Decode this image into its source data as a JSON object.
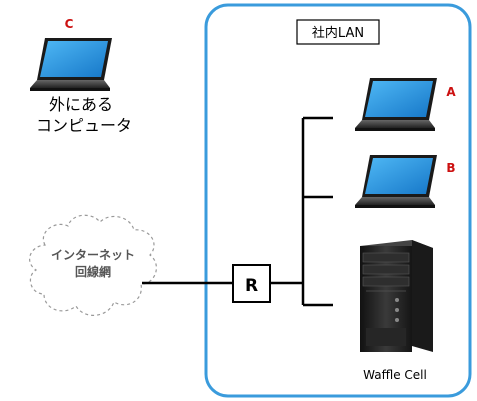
{
  "lan": {
    "title": "社内LAN",
    "border_color": "#3a9bdc"
  },
  "external_pc": {
    "letter": "C",
    "label_line1": "外にある",
    "label_line2": "コンピュータ"
  },
  "internet": {
    "label_line1": "インターネット",
    "label_line2": "回線網"
  },
  "router": {
    "label": "R"
  },
  "nodes": [
    {
      "letter": "A",
      "type": "laptop"
    },
    {
      "letter": "B",
      "type": "laptop"
    },
    {
      "label": "Waffle Cell",
      "type": "tower-server"
    }
  ],
  "colors": {
    "letter": "#cc1111",
    "screen": "#2aa0e8",
    "line": "#000000"
  },
  "icons": [
    "laptop-icon",
    "server-tower-icon",
    "cloud-icon"
  ]
}
